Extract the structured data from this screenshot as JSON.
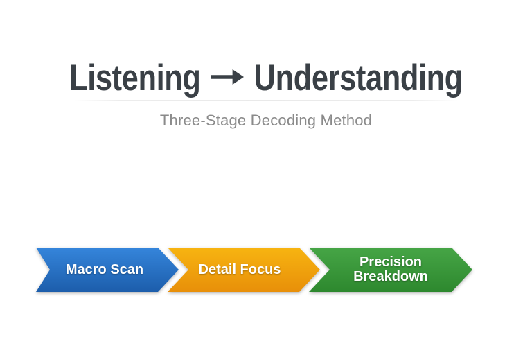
{
  "slide": {
    "title": {
      "left": "Listening",
      "right": "Understanding",
      "arrow_icon": "right-arrow",
      "color": "#3a4046"
    },
    "subtitle": "Three-Stage Decoding Method",
    "subtitle_color": "#8a8a8a",
    "stages": [
      {
        "label": "Macro Scan",
        "color_top": "#3585DB",
        "color_bottom": "#1C5DAB"
      },
      {
        "label": "Detail Focus",
        "color_top": "#F7B411",
        "color_bottom": "#E88F09"
      },
      {
        "label": "Precision Breakdown",
        "color_top": "#46A546",
        "color_bottom": "#2D882E"
      }
    ],
    "stage_label_color": "#FFFFFF"
  }
}
